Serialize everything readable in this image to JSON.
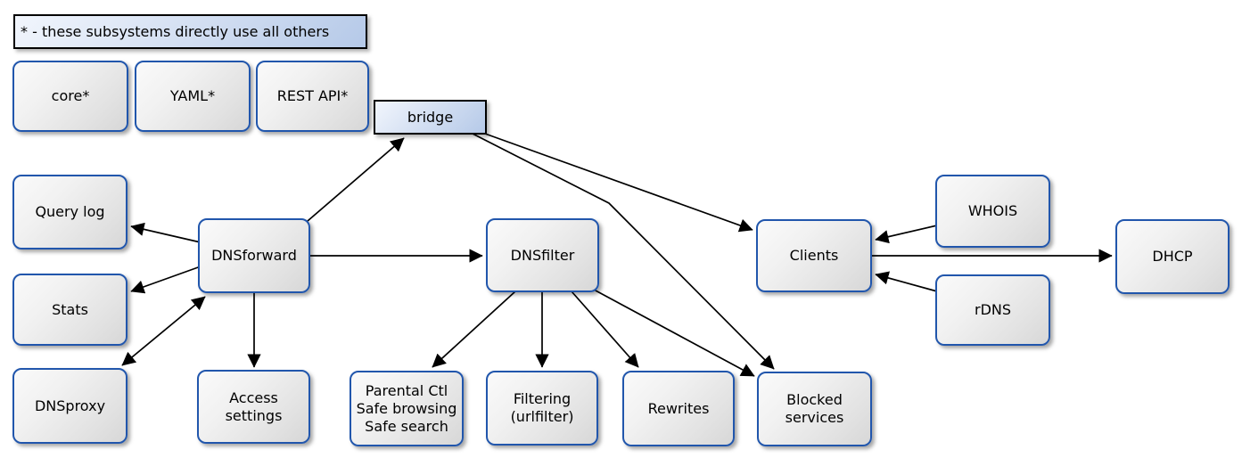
{
  "diagram": {
    "legend": "* - these subsystems directly use all others",
    "nodes": {
      "core": "core*",
      "yaml": "YAML*",
      "rest_api": "REST API*",
      "bridge": "bridge",
      "query_log": "Query log",
      "stats": "Stats",
      "dnsproxy": "DNSproxy",
      "dnsforward": "DNSforward",
      "access_settings": "Access\nsettings",
      "dnsfilter": "DNSfilter",
      "parental": "Parental Ctl\nSafe browsing\nSafe search",
      "filtering": "Filtering\n(urlfilter)",
      "rewrites": "Rewrites",
      "blocked_services": "Blocked\nservices",
      "clients": "Clients",
      "whois": "WHOIS",
      "rdns": "rDNS",
      "dhcp": "DHCP"
    },
    "edges": [
      {
        "from": "DNSforward",
        "to": "bridge",
        "direction": "one-way"
      },
      {
        "from": "bridge",
        "to": "Clients",
        "direction": "one-way"
      },
      {
        "from": "bridge",
        "to": "Blocked services",
        "direction": "one-way"
      },
      {
        "from": "DNSforward",
        "to": "Query log",
        "direction": "one-way"
      },
      {
        "from": "DNSforward",
        "to": "Stats",
        "direction": "one-way"
      },
      {
        "from": "DNSforward",
        "to": "DNSproxy",
        "direction": "two-way"
      },
      {
        "from": "DNSforward",
        "to": "Access settings",
        "direction": "one-way"
      },
      {
        "from": "DNSforward",
        "to": "DNSfilter",
        "direction": "one-way"
      },
      {
        "from": "DNSfilter",
        "to": "Parental Ctl / Safe browsing / Safe search",
        "direction": "one-way"
      },
      {
        "from": "DNSfilter",
        "to": "Filtering (urlfilter)",
        "direction": "one-way"
      },
      {
        "from": "DNSfilter",
        "to": "Rewrites",
        "direction": "one-way"
      },
      {
        "from": "DNSfilter",
        "to": "Blocked services",
        "direction": "one-way"
      },
      {
        "from": "WHOIS",
        "to": "Clients",
        "direction": "one-way"
      },
      {
        "from": "rDNS",
        "to": "Clients",
        "direction": "one-way"
      },
      {
        "from": "Clients",
        "to": "DHCP",
        "direction": "one-way"
      }
    ],
    "colors": {
      "node_border": "#2156ac",
      "node_fill_light": "#fafafa",
      "node_fill_dark": "#d7d7d7",
      "accent_fill_light": "#f2f6fd",
      "accent_fill_dark": "#b5c9e8",
      "edge": "#000000",
      "text": "#000000"
    }
  }
}
